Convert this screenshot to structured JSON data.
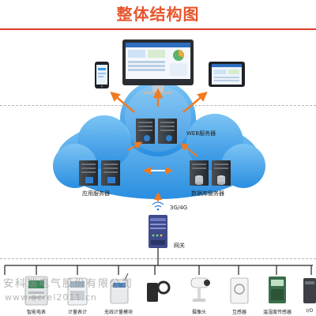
{
  "title": "整体结构图",
  "labels": {
    "web_server": "WEB服务器",
    "app_server": "应用服务器",
    "db_server": "数据库服务器",
    "network": "3G/4G",
    "gateway": "网关"
  },
  "devices": [
    {
      "label": "智能电表"
    },
    {
      "label": "计量表计"
    },
    {
      "label": "无线计量模块"
    },
    {
      "label": "摄像头"
    },
    {
      "label": "互感器"
    },
    {
      "label": "温湿度传感器"
    },
    {
      "label": "I/O"
    }
  ],
  "watermark": {
    "company": "安科瑞电气股份有限公司",
    "url": "www.acrel2011.cn"
  },
  "colors": {
    "title": "#e8552d",
    "rule": "#e23b2b",
    "cloud": "#3a9ee6",
    "arrow": "#f07a1f",
    "server": "#2f3338"
  }
}
